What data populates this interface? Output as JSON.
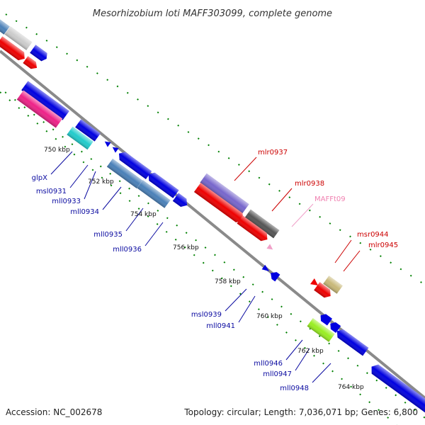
{
  "title": "Mesorhizobium loti MAFF303099, complete genome",
  "accession_text": "Accession: NC_002678",
  "summary_text": "Topology: circular; Length: 7,036,071 bp; Genes: 6,800",
  "ticks": [
    "750 kbp",
    "752 kbp",
    "754 kbp",
    "756 kbp",
    "758 kbp",
    "760 kbp",
    "762 kbp",
    "764 kbp"
  ],
  "genes_reverse": [
    "glpX",
    "msl0931",
    "mll0933",
    "mll0934",
    "mll0935",
    "mll0936",
    "msl0939",
    "mll0941",
    "mll0946",
    "mll0947",
    "mll0948"
  ],
  "genes_forward": [
    "mlr0937",
    "mlr0938",
    "MAFFt09",
    "msr0944",
    "mlr0945"
  ],
  "colors": {
    "blue": "#0000e0",
    "steel": "#4a80b8",
    "red": "#ee0000",
    "magenta": "#ee2288",
    "cyan": "#22cccc",
    "purple": "#7766cc",
    "gray": "#555555",
    "pink": "#f0a0c8",
    "olive": "#c8b878",
    "lime": "#99ee22",
    "backbone": "#8a8a8a",
    "dots": "#008000"
  }
}
